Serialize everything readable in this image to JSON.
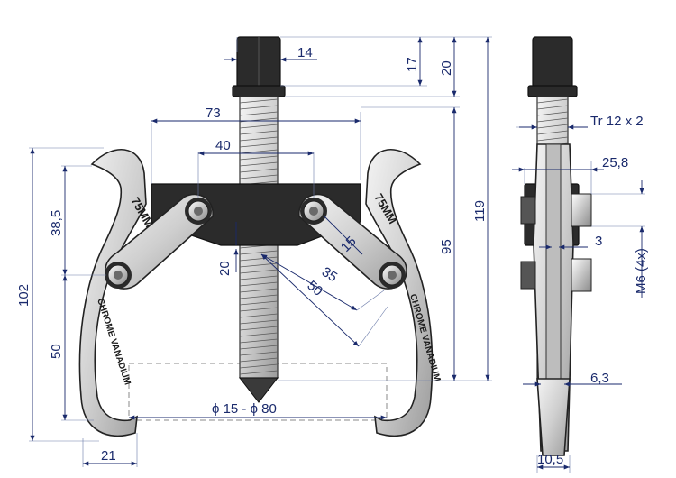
{
  "front_view": {
    "dimensions": {
      "nut_width": "14",
      "span": "73",
      "bridge_hole_spacing": "40",
      "jaw_upper": "38,5",
      "jaw_lower": "50",
      "overall_height": "102",
      "offset_20": "20",
      "hinge_15": "15",
      "arm_35": "35",
      "arm_50": "50",
      "foot_21": "21",
      "capacity": "ϕ 15 - ϕ 80"
    },
    "engravings": {
      "size_left": "75MM",
      "size_right": "75MM",
      "material_left": "CHROME VANADIUM",
      "material_right": "CHROME VANADIUM"
    }
  },
  "side_dimensions": {
    "nut_17": "17",
    "nut_20": "20",
    "height_119": "119",
    "height_95": "95"
  },
  "side_view": {
    "dimensions": {
      "thread": "Tr 12 x 2",
      "width_25_8": "25,8",
      "gap_3": "3",
      "bolts": "M6  (4x)",
      "thickness_6_3": "6,3",
      "foot_10_5": "10,5"
    }
  },
  "colors": {
    "dimension": "#1a2a6c",
    "steel": "#d8d8d8",
    "bridge": "#2b2b2b"
  }
}
